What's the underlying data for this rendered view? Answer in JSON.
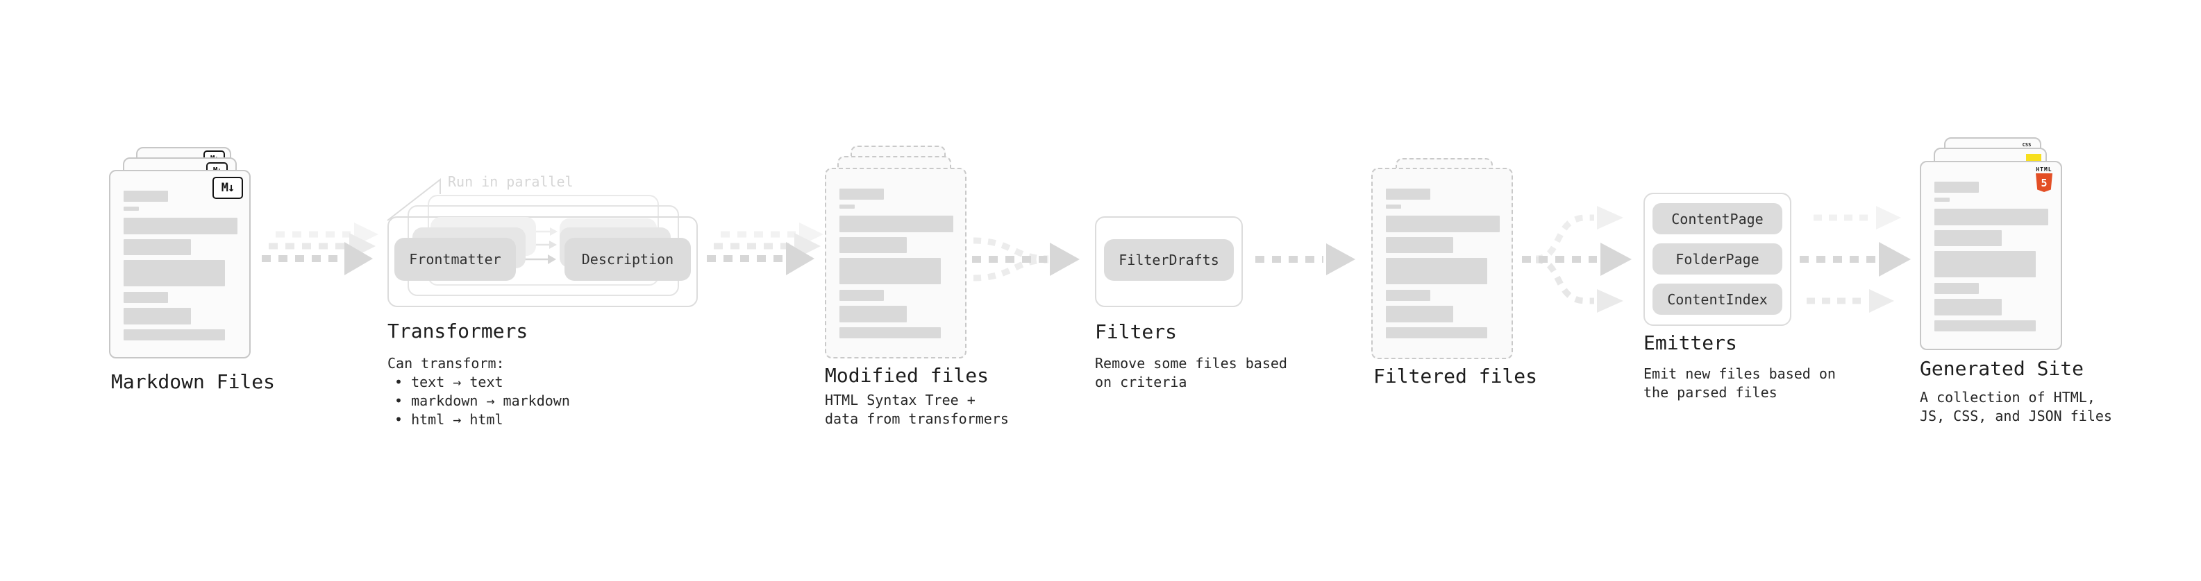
{
  "stages": {
    "markdown_files": {
      "title": "Markdown Files",
      "icon_label": "M↓"
    },
    "transformers": {
      "annotation": "Run in parallel",
      "input_pill": "Frontmatter",
      "output_pill": "Description",
      "title": "Transformers",
      "desc_heading": "Can transform:",
      "bullets": [
        "text → text",
        "markdown → markdown",
        "html → html"
      ]
    },
    "modified_files": {
      "title": "Modified files",
      "desc_line1": "HTML Syntax Tree +",
      "desc_line2": "data from transformers"
    },
    "filters": {
      "pill": "FilterDrafts",
      "title": "Filters",
      "desc_line1": "Remove some files based",
      "desc_line2": "on criteria"
    },
    "filtered_files": {
      "title": "Filtered files"
    },
    "emitters": {
      "pills": [
        "ContentPage",
        "FolderPage",
        "ContentIndex"
      ],
      "title": "Emitters",
      "desc_line1": "Emit new files based on",
      "desc_line2": "the parsed files"
    },
    "generated_site": {
      "title": "Generated Site",
      "desc_line1": "A collection of HTML,",
      "desc_line2": "JS, CSS, and JSON files",
      "html5_label": "HTML",
      "html5_number": "5",
      "css_label": "CSS"
    }
  },
  "colors": {
    "html5_orange": "#e34f26",
    "js_yellow": "#f7df1e",
    "css_blue": "#2965f1",
    "arrow_gray": "#d7d7d7",
    "card_border": "#c7c7c7",
    "bar_gray": "#d9d9d9"
  }
}
